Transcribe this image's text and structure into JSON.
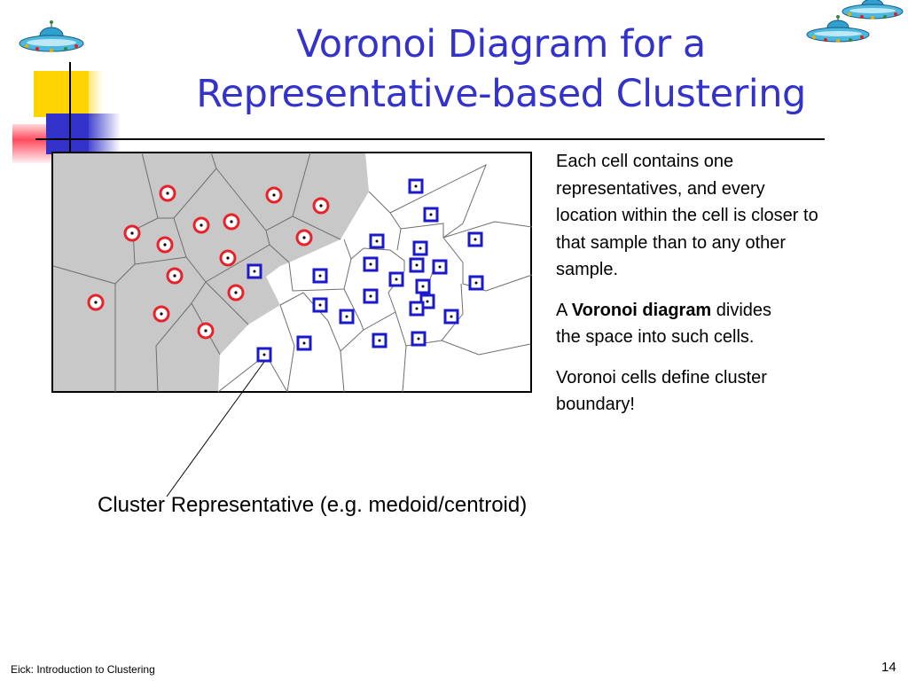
{
  "slide": {
    "title_line1": "Voronoi Diagram for a",
    "title_line2": "Representative-based Clustering",
    "caption": "Cluster Representative (e.g. medoid/centroid)",
    "paragraph1": "Each cell contains one representatives, and every location within the cell is closer to that sample than to any other sample.",
    "paragraph2_prefix": "A ",
    "paragraph2_bold": "Voronoi diagram",
    "paragraph2_suffix": " divides the space into such cells.",
    "paragraph3": "Voronoi cells define cluster boundary!",
    "footer_left": "Eick: Introduction to Clustering",
    "page_number": "14"
  },
  "colors": {
    "title": "#3333cc",
    "accent_yellow": "#ffd400",
    "accent_blue": "#3333cc",
    "accent_red": "#ff4a5c",
    "red_marker": "#e8222a",
    "blue_marker": "#1a1acc",
    "gray_cell": "#c8c8c8"
  },
  "icons": [
    "ufo-icon",
    "circle-target-marker",
    "square-marker"
  ]
}
